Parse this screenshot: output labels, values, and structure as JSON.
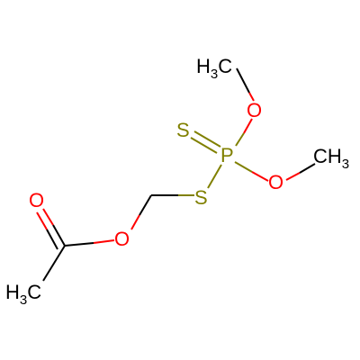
{
  "molecule": {
    "atoms": {
      "ch3_top": {
        "main": "H",
        "sub": "3",
        "tail": "C",
        "color": "#000000"
      },
      "o_upper": {
        "text": "O",
        "color": "#ff0000"
      },
      "s_double": {
        "text": "S",
        "color": "#808000"
      },
      "p": {
        "text": "P",
        "color": "#808000"
      },
      "o_lower": {
        "text": "O",
        "color": "#ff0000"
      },
      "ch3_right": {
        "main": "CH",
        "sub": "3",
        "color": "#000000"
      },
      "s_thio": {
        "text": "S",
        "color": "#808000"
      },
      "o_carbonyl": {
        "text": "O",
        "color": "#ff0000"
      },
      "o_ester": {
        "text": "O",
        "color": "#ff0000"
      },
      "h3c_left": {
        "main": "H",
        "sub": "3",
        "tail": "C",
        "color": "#000000"
      }
    },
    "colors": {
      "bond": "#000000",
      "oxygen": "#ff0000",
      "sulfur_phosphorus": "#808000"
    }
  }
}
